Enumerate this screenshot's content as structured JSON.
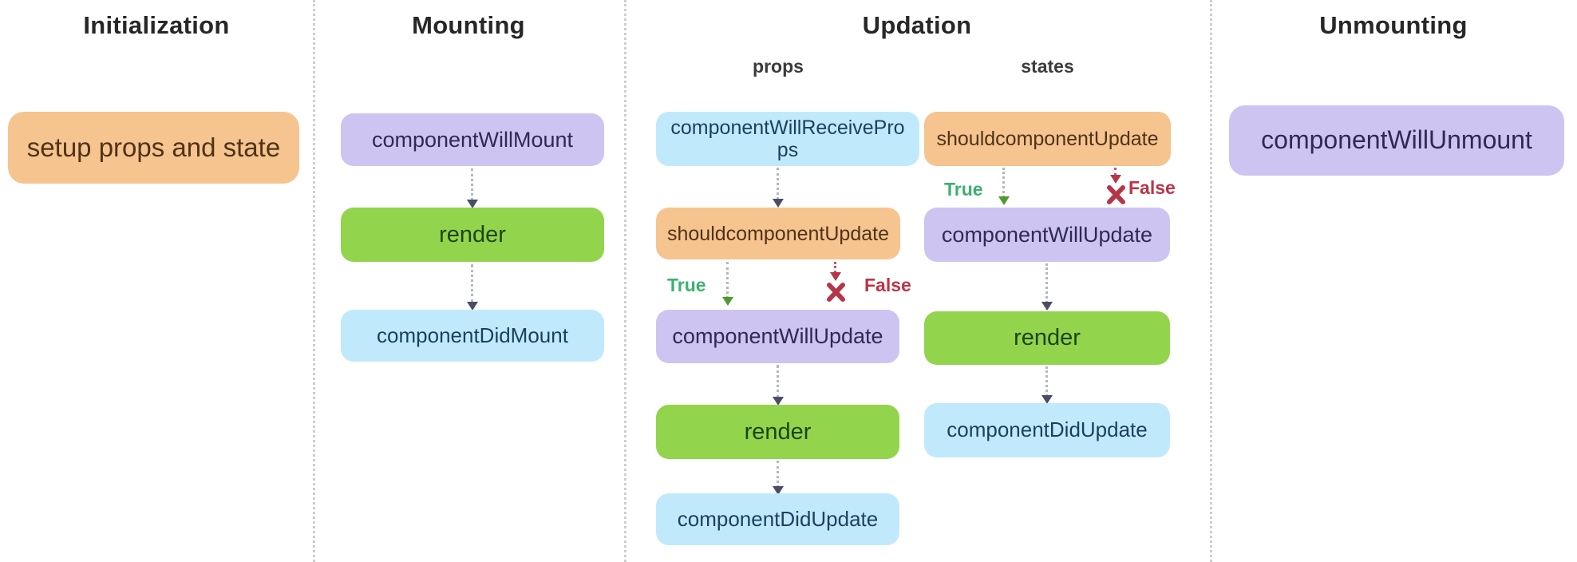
{
  "colors": {
    "orange_box": "#f6c48f",
    "purple_box": "#cdc4f2",
    "green_box": "#92d44c",
    "blue_box": "#c0eafb",
    "true_green": "#3eb06f",
    "false_red": "#bb3448",
    "connector_gray": "#b3b7c2"
  },
  "sections": {
    "initialization": {
      "title": "Initialization",
      "setup_box": "setup props and state"
    },
    "mounting": {
      "title": "Mounting",
      "steps": {
        "component_will_mount": "componentWillMount",
        "render": "render",
        "component_did_mount": "componentDidMount"
      }
    },
    "updation": {
      "title": "Updation",
      "props": {
        "label": "props",
        "steps": {
          "component_will_receive_props": "componentWillReceiveProps",
          "should_component_update": "shouldcomponentUpdate",
          "component_will_update": "componentWillUpdate",
          "render": "render",
          "component_did_update": "componentDidUpdate"
        },
        "branch": {
          "true": "True",
          "false": "False"
        }
      },
      "states": {
        "label": "states",
        "steps": {
          "should_component_update": "shouldcomponentUpdate",
          "component_will_update": "componentWillUpdate",
          "render": "render",
          "component_did_update": "componentDidUpdate"
        },
        "branch": {
          "true": "True",
          "false": "False"
        }
      }
    },
    "unmounting": {
      "title": "Unmounting",
      "box": "componentWillUnmount"
    }
  }
}
